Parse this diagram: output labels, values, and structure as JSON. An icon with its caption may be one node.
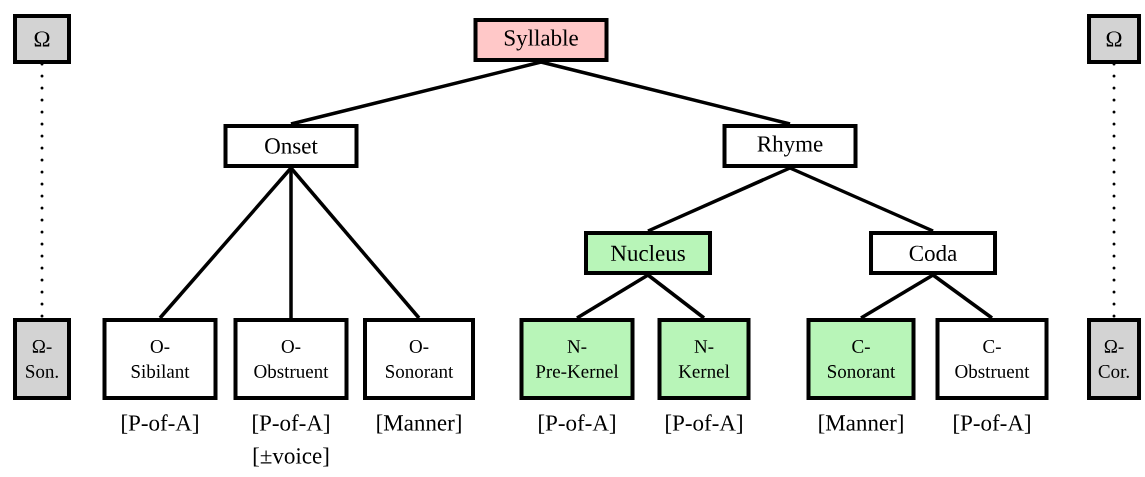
{
  "diagram": {
    "nodes": [
      {
        "text": [
          "Syllable"
        ]
      },
      {
        "text": [
          "Onset"
        ]
      },
      {
        "text": [
          "Rhyme"
        ]
      },
      {
        "text": [
          "Nucleus"
        ]
      },
      {
        "text": [
          "Coda"
        ]
      },
      {
        "text": [
          "O- Sibilant"
        ],
        "beside": [
          "[P-of-A]"
        ]
      },
      {
        "text": [
          "O- Obstruent"
        ],
        "beside": [
          "[P-of-A]",
          "[±voice]"
        ]
      },
      {
        "text": [
          "O- Sonorant"
        ],
        "beside": [
          "[Manner]"
        ]
      },
      {
        "text": [
          "N- Pre-Kernel"
        ],
        "beside": [
          "[P-of-A]"
        ]
      },
      {
        "text": [
          "N- Kernel"
        ],
        "beside": [
          "[P-of-A]"
        ]
      },
      {
        "text": [
          "C- Sonorant"
        ],
        "beside": [
          "[Manner]"
        ]
      },
      {
        "text": [
          "C- Obstruent"
        ],
        "beside": [
          "[P-of-A]"
        ]
      },
      {
        "text": [
          "Ω"
        ]
      },
      {
        "text": [
          "Ω- Son."
        ]
      },
      {
        "text": [
          "Ω"
        ]
      },
      {
        "text": [
          "Ω- Cor."
        ]
      }
    ],
    "edges": [
      {
        "from": 0,
        "to": 1,
        "arrow": "none"
      },
      {
        "from": 0,
        "to": 2,
        "arrow": "none"
      },
      {
        "from": 1,
        "to": 5,
        "arrow": "none"
      },
      {
        "from": 1,
        "to": 6,
        "arrow": "none"
      },
      {
        "from": 1,
        "to": 7,
        "arrow": "none"
      },
      {
        "from": 2,
        "to": 3,
        "arrow": "none"
      },
      {
        "from": 2,
        "to": 4,
        "arrow": "none"
      },
      {
        "from": 3,
        "to": 8,
        "arrow": "none"
      },
      {
        "from": 3,
        "to": 9,
        "arrow": "none"
      },
      {
        "from": 4,
        "to": 10,
        "arrow": "none"
      },
      {
        "from": 4,
        "to": 11,
        "arrow": "none"
      },
      {
        "from": 12,
        "to": 13,
        "arrow": "none",
        "style": "dashed"
      },
      {
        "from": 14,
        "to": 15,
        "arrow": "none",
        "style": "dashed"
      }
    ]
  }
}
